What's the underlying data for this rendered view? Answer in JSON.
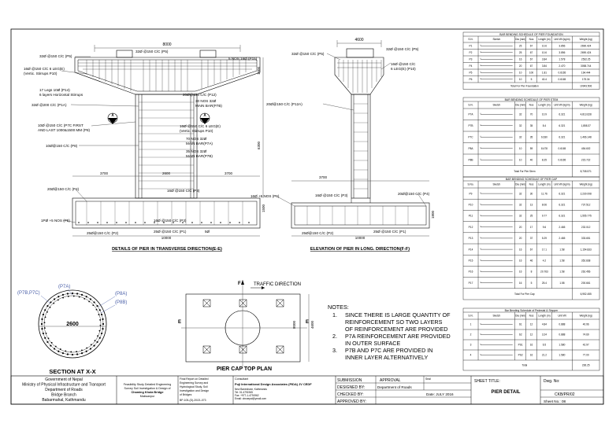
{
  "elevation_transverse": {
    "width_dim": "8000",
    "labels": [
      "32Ø @150 C/C (P5)",
      "32Ø @150 C/C (P5)",
      "5 NOS 16Ø (P15)",
      "16Ø @150 C/C 6 LEG(E)",
      "(Vertic. Stirrups P10)",
      "32Ø @200 C/C (P1A)",
      "20Ø@150 C/C (P12)",
      "30 NOS 32Ø",
      "MAIN BAR(P7B)",
      "10Ø @150 C/C (P7C FIRST",
      "AND LAST 1000&1500 MM (P8)",
      "10Ø@150 C/C (P8)",
      "16Ø @150 C/C 6 LEG(E)",
      "(Vertic. Stirrups P10)",
      "70 NOS 32Ø",
      "MAIN BAR(P7A)",
      "35 NOS 32Ø",
      "MAIN BAR(P7B)",
      "17 Legs 10Ø (P14)",
      "6 layers Horizontal Stirrups"
    ],
    "footing_labels": [
      "20Ø@150 C/C (P4)",
      "16Ø @150 C/C (P3)",
      "1PØ +5 NOS (P8)",
      "16Ø @150 C/C (P3)",
      "25Ø@150 C/C (P2)",
      "25Ø @150 C/C (P1)",
      "5Ø"
    ],
    "dims": [
      "3700",
      "2600",
      "3700",
      "10000",
      "1000",
      "6300",
      "1500"
    ],
    "title": "DETAILS OF PIER IN TRANSVERSE DIRECTION(E-E)"
  },
  "elevation_longitudinal": {
    "width_dim": "4600",
    "labels": [
      "32Ø @150 C/C (P5)",
      "32Ø @150 C/C (P5)",
      "16Ø @150 C/C",
      "6 LEG(E) (P10)",
      "20Ø@150 C/C (P12A)"
    ],
    "footing_labels": [
      "16Ø +5 NOS (P6)",
      "16Ø @150 C/C (P3)",
      "20Ø@150 C/C (P4)",
      "25Ø@150 C/C (P2)",
      "25Ø @150 C/C (P1)"
    ],
    "dims": [
      "3700",
      "10000",
      "1800"
    ],
    "title": "ELEVATION OF PIER IN LONG. DIRECTION(F-F)"
  },
  "section": {
    "labels": [
      "(P7A)",
      "(P7B,P7C)",
      "(P8A)",
      "(P8B)"
    ],
    "diameter": "2600",
    "title": "SECTION AT X-X"
  },
  "plan": {
    "traffic_label": "TRAFFIC DIRECTION",
    "axis_f": "F",
    "axis_e": "E",
    "dims": [
      "4600",
      "8000"
    ],
    "title": "PIER CAP TOP PLAN"
  },
  "notes": {
    "heading": "NOTES:",
    "items": [
      {
        "num": "1.",
        "lines": [
          "SINCE THERE IS LARGE QUANTITY OF",
          "REINFORCEMENT SO TWO LAYERS",
          "OF REINFORCEMENT ARE PROVIDED"
        ]
      },
      {
        "num": "2.",
        "lines": [
          "P7A REINFORCEMENT ARE PROVIDED",
          "IN OUTER SURFACE"
        ]
      },
      {
        "num": "3.",
        "lines": [
          "P7B AND P7C ARE PROVIDED IN",
          "INNER LAYER ALTERNATIVELY"
        ]
      }
    ]
  },
  "bbs_foundation": {
    "title": "BAR BENDING SCHEDULE OF PIER FOUNDATION",
    "headers": [
      "S.N.",
      "Sketch",
      "Dia (mm)",
      "Nos",
      "Length (m)",
      "Unit Wt (kg/m)",
      "Weight (kg)"
    ],
    "rows": [
      [
        "P1",
        "",
        "25",
        "67",
        "10.6",
        "3.856",
        "2690.424"
      ],
      [
        "P2",
        "",
        "25",
        "67",
        "10.6",
        "3.856",
        "2690.424"
      ],
      [
        "P3",
        "",
        "16",
        "67",
        "3.84",
        "1.578",
        "2532.25"
      ],
      [
        "P4",
        "",
        "20",
        "67",
        "3.84",
        "2.470",
        "3058.744"
      ],
      [
        "P5",
        "",
        "10",
        "100",
        "1.81",
        "0.6165",
        "164.444"
      ],
      [
        "P6",
        "",
        "10",
        "5",
        "40.4",
        "0.6165",
        "175.34"
      ]
    ],
    "total_label": "Total For Pier Foundation",
    "total": "10943.506"
  },
  "bbs_stem": {
    "title": "BAR BENDING SCHEDULE OF PIER STEM",
    "headers": [
      "S.N.",
      "Sketch",
      "Dia (mm)",
      "Nos",
      "Length (m)",
      "Unit Wt (kg/m)",
      "Weight (kg)"
    ],
    "rows": [
      [
        "P7A",
        "",
        "32",
        "70",
        "10.9",
        "6.321",
        "4,813.628"
      ],
      [
        "P7B",
        "",
        "32",
        "35",
        "8.4",
        "6.321",
        "1,858.37"
      ],
      [
        "P7C",
        "",
        "32",
        "35",
        "6.630",
        "6.321",
        "1,466.148"
      ],
      [
        "P8A",
        "",
        "10",
        "59",
        "8.478",
        "0.6165",
        "454.602"
      ],
      [
        "P8B",
        "",
        "10",
        "40",
        "8.25",
        "0.6165",
        "215.722"
      ]
    ],
    "total_label": "Total For Pier Stem",
    "total": "8,708.571"
  },
  "bbs_cap": {
    "title": "BAR BENDING SCHEDULE OF PIER CAP",
    "headers": [
      "S.No.",
      "Sketch",
      "Dia (mm)",
      "Nos",
      "Length (m)",
      "Unit Wt (kg/m)",
      "Weight (kg)"
    ],
    "rows": [
      [
        "P9",
        "",
        "32",
        "30",
        "11.76",
        "6.321",
        "2,230.008"
      ],
      [
        "P10",
        "",
        "32",
        "13",
        "8.06",
        "6.321",
        "737.512"
      ],
      [
        "P11",
        "",
        "32",
        "25",
        "9.77",
        "6.321",
        "1,555.775"
      ],
      [
        "P12",
        "",
        "20",
        "17",
        "9.6",
        "2.465",
        "232.012"
      ],
      [
        "P13",
        "",
        "20",
        "37",
        "5.29",
        "2.465",
        "333.651"
      ],
      [
        "P14",
        "",
        "16",
        "67",
        "17.1",
        "1.58",
        "1,154.833"
      ],
      [
        "P15",
        "",
        "16",
        "46",
        "4.2",
        "1.58",
        "352.838"
      ],
      [
        "P16",
        "",
        "16",
        "8",
        "20.763",
        "1.58",
        "262.456"
      ],
      [
        "P17",
        "",
        "16",
        "5",
        "25.4",
        "1.58",
        "200.661"
      ]
    ],
    "total_label": "Total For Pier Cap",
    "total": "6,952.455"
  },
  "bbs_bearing": {
    "title": "Bar Bending Schedule of Pedestal & Stopper",
    "headers": [
      "S.N.",
      "Sketch",
      "Dia (mm)",
      "Nos",
      "Length (m)",
      "Unit Wt",
      "Weight (kg)"
    ],
    "rows": [
      [
        "1",
        "S1",
        "12",
        "4.84",
        "0.888",
        "40.96"
      ],
      [
        "2",
        "S2",
        "12",
        "3.24",
        "0.888",
        "74.69"
      ],
      [
        "3",
        "PS1",
        "16",
        "6.5",
        "1.580",
        "42.97"
      ],
      [
        "4",
        "PS2",
        "16",
        "21.2",
        "1.580",
        "77.00"
      ]
    ],
    "total_label": "Total",
    "total": "236.25"
  },
  "titleblock": {
    "client": [
      "Government of Nepal",
      "Ministry of Physical Infrastructure and Transport",
      "Department of Roads",
      "Bridge Branch",
      "Babarmahal, Kathmandu"
    ],
    "project": [
      "Feasibility Study Detailed Engineering",
      "Survey Soil Investigation & Design of",
      "Chaming Khola Bridge",
      "Makwanpur"
    ],
    "report": [
      "Final Report on Detailed",
      "Engineering Survey and",
      "Hydrological Study, Soil",
      "Investigation and Design",
      "of Bridges",
      "BP-105-(D)-20/21-073"
    ],
    "consultant_label": "Consultant",
    "consultant": "Puji International Design Associates (PIDA) JV CEDF",
    "consultant_details": [
      "New Baneshwor, Kathmandu",
      "Tel: 01-4791965",
      "Fax: +977-1-4791962",
      "Email: cbsnepal@ymail.com"
    ],
    "submission_label": "SUBMISSION",
    "approval_label": "APPROVAL",
    "designed_by": "DESIGNED BY:",
    "checked_by": "CHECKED BY:",
    "approved_by": "APPROVED BY:",
    "department": "Department of Roads",
    "date": "Date: JULY 2016",
    "sheet_title_label": "SHEET TITLE:",
    "sheet_title": "PIER DETAIL",
    "dwg_no_label": "Dwg. No:",
    "dwg_no": "CKB/PR/02",
    "sheet_no": "Sheet No.: 08",
    "seal": "Seal"
  }
}
